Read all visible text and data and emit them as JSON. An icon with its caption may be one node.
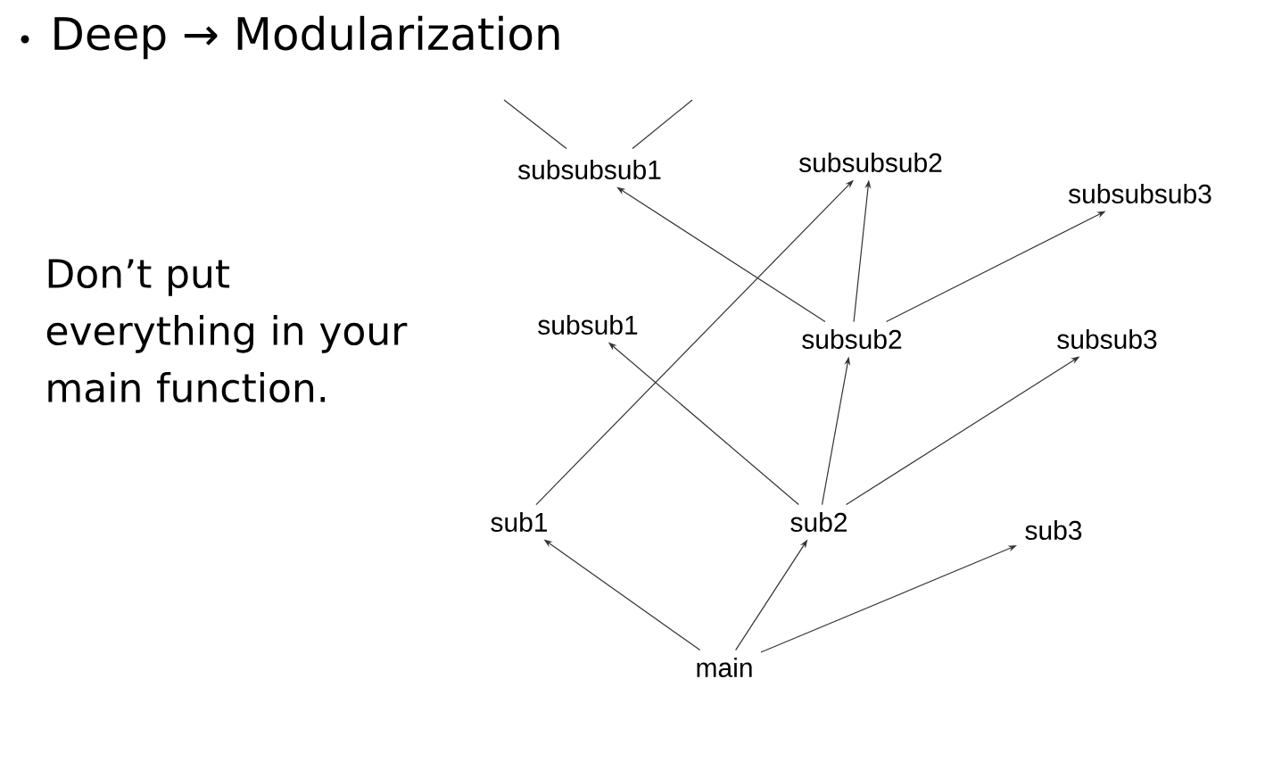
{
  "diagram": {
    "title": "Deep → Modularization",
    "nodes": [
      {
        "text": [
          "subsubsub1"
        ]
      },
      {
        "text": [
          "subsubsub2"
        ]
      },
      {
        "text": [
          "subsubsub3"
        ]
      },
      {
        "text": [
          "subsub1"
        ]
      },
      {
        "text": [
          "subsub2"
        ]
      },
      {
        "text": [
          "subsub3"
        ]
      },
      {
        "text": [
          "sub1"
        ]
      },
      {
        "text": [
          "sub2"
        ]
      },
      {
        "text": [
          "sub3"
        ]
      },
      {
        "text": [
          "main"
        ]
      }
    ],
    "edges": [
      {
        "from": 0,
        "to": null,
        "arrow": "none"
      },
      {
        "from": 0,
        "to": null,
        "arrow": "none"
      },
      {
        "from": 4,
        "to": 0,
        "arrow": "to"
      },
      {
        "from": 6,
        "to": 1,
        "arrow": "to"
      },
      {
        "from": 4,
        "to": 1,
        "arrow": "to"
      },
      {
        "from": 4,
        "to": 2,
        "arrow": "to"
      },
      {
        "from": 7,
        "to": 3,
        "arrow": "to"
      },
      {
        "from": 7,
        "to": 4,
        "arrow": "to"
      },
      {
        "from": 7,
        "to": 5,
        "arrow": "to"
      },
      {
        "from": 9,
        "to": 6,
        "arrow": "to"
      },
      {
        "from": 9,
        "to": 7,
        "arrow": "to"
      },
      {
        "from": 9,
        "to": 8,
        "arrow": "to"
      }
    ],
    "labels": [
      "Don’t put everything in your main function."
    ]
  }
}
